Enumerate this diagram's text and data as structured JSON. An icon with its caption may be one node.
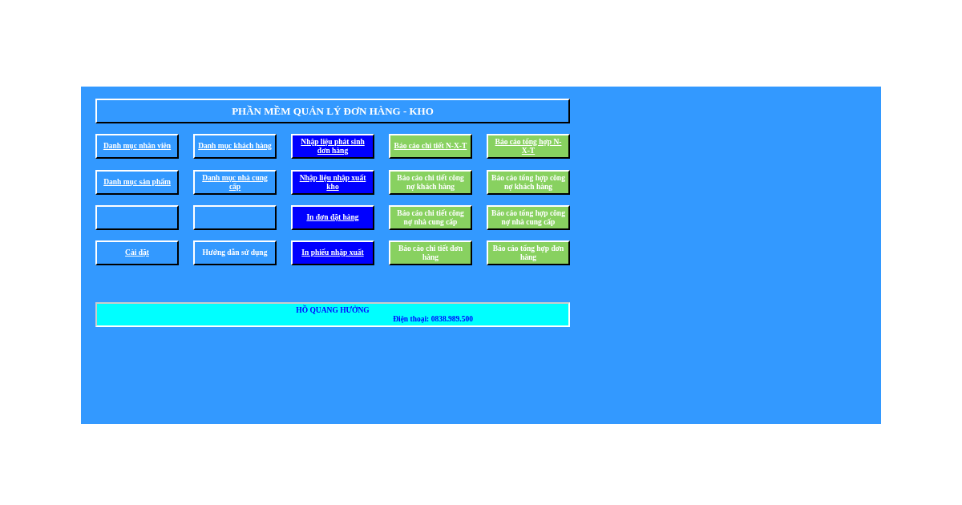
{
  "diagram": {
    "nodes": [
      {
        "text": [
          "PHẦN MỀM QUẢN LÝ ĐƠN HÀNG - KHO"
        ]
      },
      {
        "text": [
          "Danh mục nhân viên"
        ]
      },
      {
        "text": [
          "Danh mục khách hàng"
        ]
      },
      {
        "text": [
          "Nhập liệu phát sinh đơn hàng"
        ]
      },
      {
        "text": [
          "Báo cáo chi tiết N-X-T"
        ]
      },
      {
        "text": [
          "Báo cáo tổng hợp N-X-T"
        ]
      },
      {
        "text": [
          "Danh mục sản phẩm"
        ]
      },
      {
        "text": [
          "Danh mục nhà cung cấp"
        ]
      },
      {
        "text": [
          "Nhập liệu nhập xuất kho"
        ]
      },
      {
        "text": [
          "Báo cáo chi tiết công nợ khách hàng"
        ]
      },
      {
        "text": [
          "Báo cáo tổng hợp công nợ khách hàng"
        ]
      },
      {
        "text": [],
        "shape": "box"
      },
      {
        "text": [],
        "shape": "box"
      },
      {
        "text": [
          "In đơn đặt hàng"
        ]
      },
      {
        "text": [
          "Báo cáo chi tiết công nợ nhà cung cấp"
        ]
      },
      {
        "text": [
          "Báo cáo tổng hợp công nợ nhà cung cấp"
        ]
      },
      {
        "text": [
          "Cài đặt"
        ]
      },
      {
        "text": [
          "Hướng dẫn sử dụng"
        ]
      },
      {
        "text": [
          "In phiếu nhập xuất"
        ]
      },
      {
        "text": [
          "Báo cáo chi tiết đơn hàng"
        ]
      },
      {
        "text": [
          "Báo cáo tổng hợp đơn hàng"
        ]
      },
      {
        "text": [
          "HỒ QUANG HƯỞNG",
          "Điện thoại: 0838.989.500"
        ]
      }
    ]
  }
}
